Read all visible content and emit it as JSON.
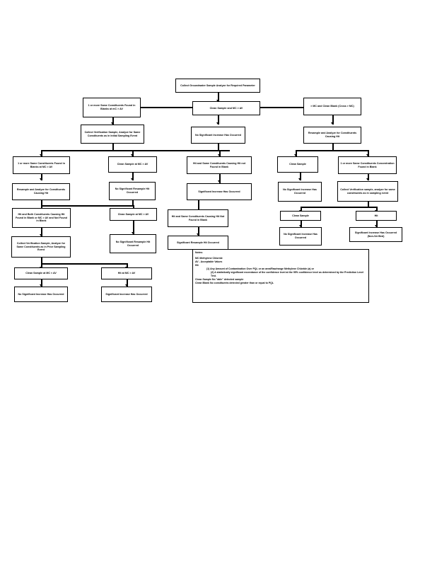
{
  "document": {
    "title": "Groundwater Sample Evaluation Flowchart",
    "page_background": "#ffffff",
    "line_color": "#000000"
  },
  "nodes": [
    {
      "id": "n1",
      "label": "Collect Groundwater Sample Analyze for Required Parameter"
    },
    {
      "id": "n2",
      "label": "1 or more Same Constituents Found in Blanks at mC > AV"
    },
    {
      "id": "n3",
      "label": "Clean Sample and MC > AV"
    },
    {
      "id": "n4",
      "label": "> MC and Clean Blank (Cross > MC)"
    },
    {
      "id": "n5",
      "label": "Collect Verification Sample, Analyze for Same Constituents as in Initial Sampling Event"
    },
    {
      "id": "n6",
      "label": "No Significant Increase Has Occurred"
    },
    {
      "id": "n7",
      "label": "Resample and Analyze for Constituents Causing Hit"
    },
    {
      "id": "n8",
      "label": "1 or more Same Constituents Found in Blanks at MC > AV"
    },
    {
      "id": "n9",
      "label": "Clean Sample at MC > AV"
    },
    {
      "id": "n10",
      "label": "Hit and Same Constituents Causing Hit not Found in Blank"
    },
    {
      "id": "n11",
      "label": "Clean Sample"
    },
    {
      "id": "n12",
      "label": "1 or more Same Constituents Concentration Found in Blank"
    },
    {
      "id": "n13",
      "label": "Resample and Analyze for Constituents Causing Hit"
    },
    {
      "id": "n14",
      "label": "No Significant Resample Hit Occurred"
    },
    {
      "id": "n15",
      "label": "Significant Increase Has Occurred"
    },
    {
      "id": "n16",
      "label": "No Significant Increase Has Occurred"
    },
    {
      "id": "n17",
      "label": "Collect Verification sample, analyze for same constituents as in sampling event"
    },
    {
      "id": "n18",
      "label": "Hit and Both Constituents Causing Hit Found in Blank or MC > AV and Not Found in Blank"
    },
    {
      "id": "n19",
      "label": "Clean Sample at MC > AV"
    },
    {
      "id": "n20",
      "label": "Hit and Same Constituents Causing Hit Not Found in Blank"
    },
    {
      "id": "n21",
      "label": "Clean Sample"
    },
    {
      "id": "n22",
      "label": "Hit"
    },
    {
      "id": "n23",
      "label": "Collect Verification Sample, Analyze for Same Constituents as in Prior Sampling Event"
    },
    {
      "id": "n24",
      "label": "No Significant Resample Hit Occurred"
    },
    {
      "id": "n25",
      "label": "Significant Resample Hit Occurred"
    },
    {
      "id": "n26",
      "label": "No Significant Increase Has Occurred"
    },
    {
      "id": "n27",
      "label": "Significant Increase Has Occurred (Non-Verified)"
    },
    {
      "id": "n28",
      "label": "Clean Sample at MC < AV"
    },
    {
      "id": "n29",
      "label": "Hit at MC > AV"
    },
    {
      "id": "n30",
      "label": "No Significant Increase Has Occurred"
    },
    {
      "id": "n31",
      "label": "Significant Increase Has Occurred"
    }
  ],
  "legend": {
    "title": "Notes:",
    "lines": [
      {
        "text": "MC   Methylene Chloride",
        "indent": 0
      },
      {
        "text": "AV - Acceptable Values",
        "indent": 0
      },
      {
        "text": "Hit",
        "indent": 0
      },
      {
        "text": "(1) Any Amount of Contamination Over PQL or an area/Raw/range Methylene Chloride (a) or",
        "indent": 1
      },
      {
        "text": "(2) A statistically significant exceedance of the confidence level at the 95% confidence level as determined by the Prediction Level Test.",
        "indent": 2
      },
      {
        "text": "Clean Sample   No \"able\" detected sample",
        "indent": 0
      },
      {
        "text": "Clean Blank   No constituents detected greater than or equal to PQL",
        "indent": 0
      }
    ]
  }
}
